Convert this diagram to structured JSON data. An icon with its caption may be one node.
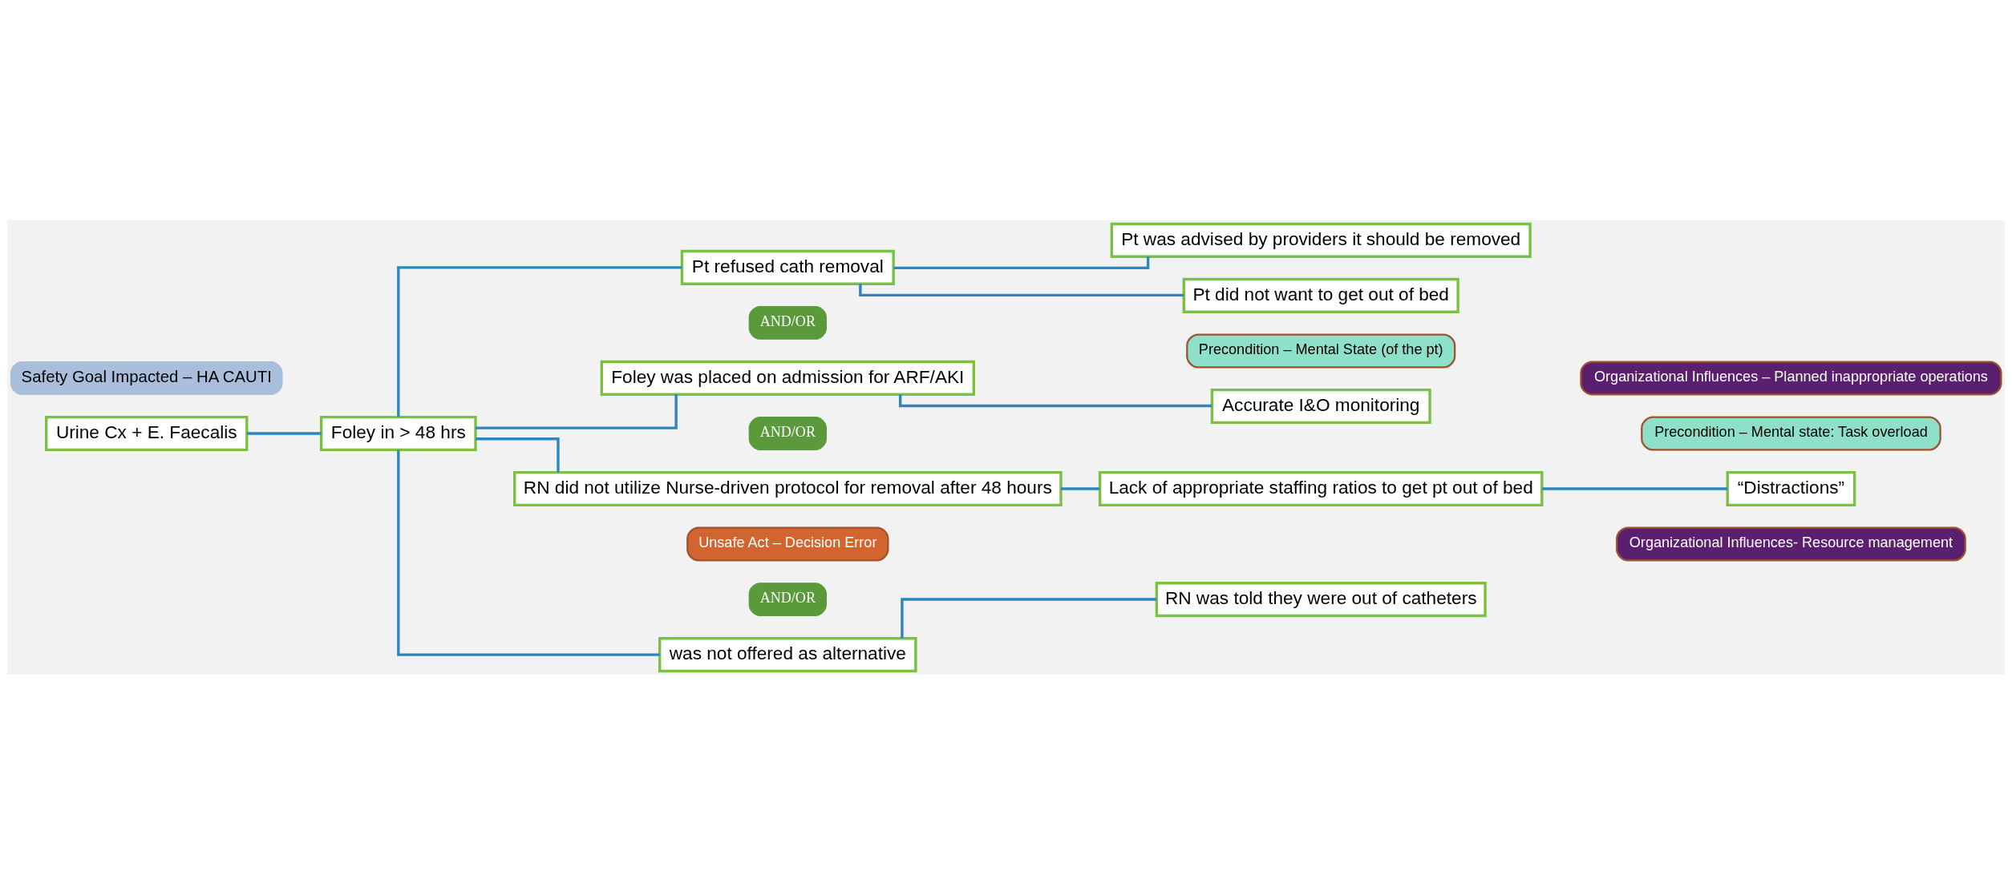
{
  "diagram": {
    "nodes": [
      {
        "text": [
          "Safety Goal Impacted – HA CAUTI"
        ]
      },
      {
        "text": [
          "Urine Cx + E. Faecalis"
        ]
      },
      {
        "text": [
          "Foley in > 48 hrs"
        ]
      },
      {
        "text": [
          "Pt refused cath removal"
        ]
      },
      {
        "text": [
          "Foley was placed on admission for ARF/AKI"
        ]
      },
      {
        "text": [
          "RN did not utilize Nurse-driven protocol for removal after 48 hours"
        ]
      },
      {
        "text": [
          "was not offered as alternative"
        ]
      },
      {
        "text": [
          "Pt was advised by providers it should be removed"
        ]
      },
      {
        "text": [
          "Pt did not want to get out of bed"
        ]
      },
      {
        "text": [
          "Accurate I&O monitoring"
        ]
      },
      {
        "text": [
          "Lack of appropriate staffing ratios to get pt out of bed"
        ]
      },
      {
        "text": [
          "RN was told they were out of catheters"
        ]
      },
      {
        "text": [
          "“Distractions”"
        ]
      },
      {
        "text": [
          "Precondition – Mental State (of the pt)"
        ]
      },
      {
        "text": [
          "Organizational Influences – Planned inappropriate operations"
        ]
      },
      {
        "text": [
          "Precondition – Mental state: Task overload"
        ]
      },
      {
        "text": [
          "Unsafe Act – Decision Error"
        ]
      },
      {
        "text": [
          "Organizational Influences- Resource management"
        ]
      },
      {
        "text": [
          "AND/OR"
        ]
      },
      {
        "text": [
          "AND/OR"
        ]
      },
      {
        "text": [
          "AND/OR"
        ]
      }
    ],
    "edges": [
      {
        "from": 1,
        "to": 2,
        "arrow": "none"
      },
      {
        "from": 2,
        "to": 3,
        "arrow": "none"
      },
      {
        "from": 2,
        "to": 4,
        "arrow": "none"
      },
      {
        "from": 2,
        "to": 5,
        "arrow": "none"
      },
      {
        "from": 2,
        "to": 6,
        "arrow": "none"
      },
      {
        "from": 3,
        "to": 7,
        "arrow": "none"
      },
      {
        "from": 3,
        "to": 8,
        "arrow": "none"
      },
      {
        "from": 4,
        "to": 9,
        "arrow": "none"
      },
      {
        "from": 5,
        "to": 10,
        "arrow": "none"
      },
      {
        "from": 10,
        "to": 12,
        "arrow": "none"
      },
      {
        "from": 6,
        "to": 11,
        "arrow": "none"
      }
    ]
  }
}
